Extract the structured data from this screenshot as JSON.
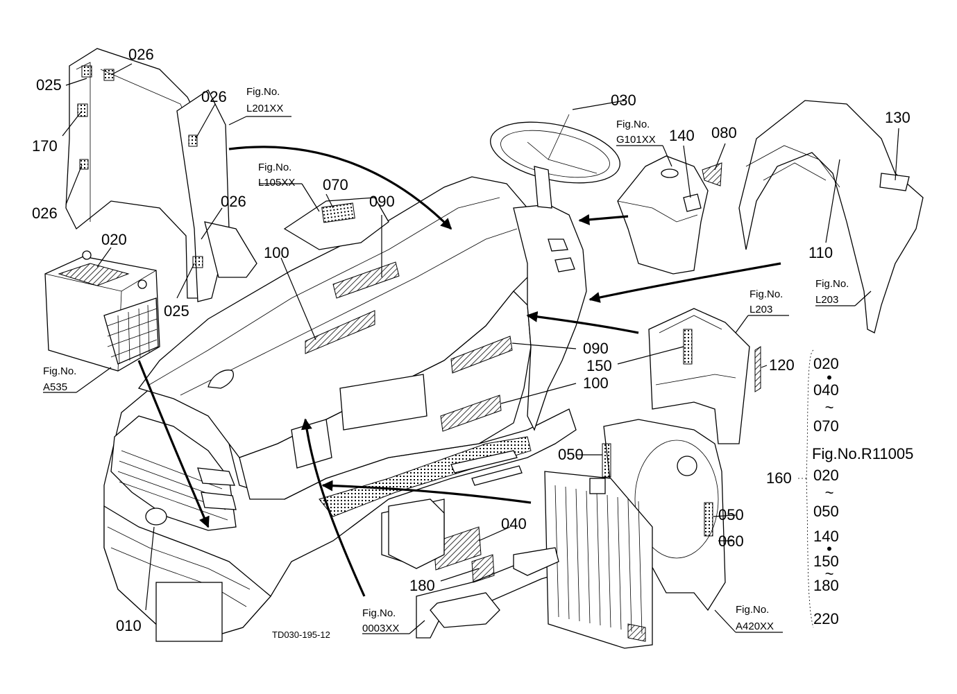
{
  "labels": {
    "p010": "010",
    "p020": "020",
    "p025a": "025",
    "p025b": "025",
    "p026a": "026",
    "p026b": "026",
    "p026c": "026",
    "p026d": "026",
    "p030": "030",
    "p040": "040",
    "p050a": "050",
    "p050b": "050",
    "p060": "060",
    "p070": "070",
    "p080": "080",
    "p090a": "090",
    "p090b": "090",
    "p100a": "100",
    "p100b": "100",
    "p110": "110",
    "p120": "120",
    "p130": "130",
    "p140": "140",
    "p150": "150",
    "p160": "160",
    "p170": "170",
    "p180": "180"
  },
  "figrefs": [
    {
      "title": "Fig.No.",
      "code": "L201XX"
    },
    {
      "title": "Fig.No.",
      "code": "L105XX"
    },
    {
      "title": "Fig.No.",
      "code": "G101XX"
    },
    {
      "title": "Fig.No.",
      "code": "L203"
    },
    {
      "title": "Fig.No.",
      "code": "L203"
    },
    {
      "title": "Fig.No.",
      "code": "A535"
    },
    {
      "title": "Fig.No.",
      "code": "0003XX"
    },
    {
      "title": "Fig.No.",
      "code": "A420XX"
    }
  ],
  "set_list": {
    "items": [
      "020",
      "040",
      "070",
      "Fig.No.R11005",
      "020",
      "050",
      "140",
      "150",
      "180",
      "220"
    ],
    "separators": [
      "•",
      "~",
      "",
      "",
      "~",
      "•",
      "•",
      "~",
      ""
    ]
  },
  "drawing_code": "TD030-195-12"
}
